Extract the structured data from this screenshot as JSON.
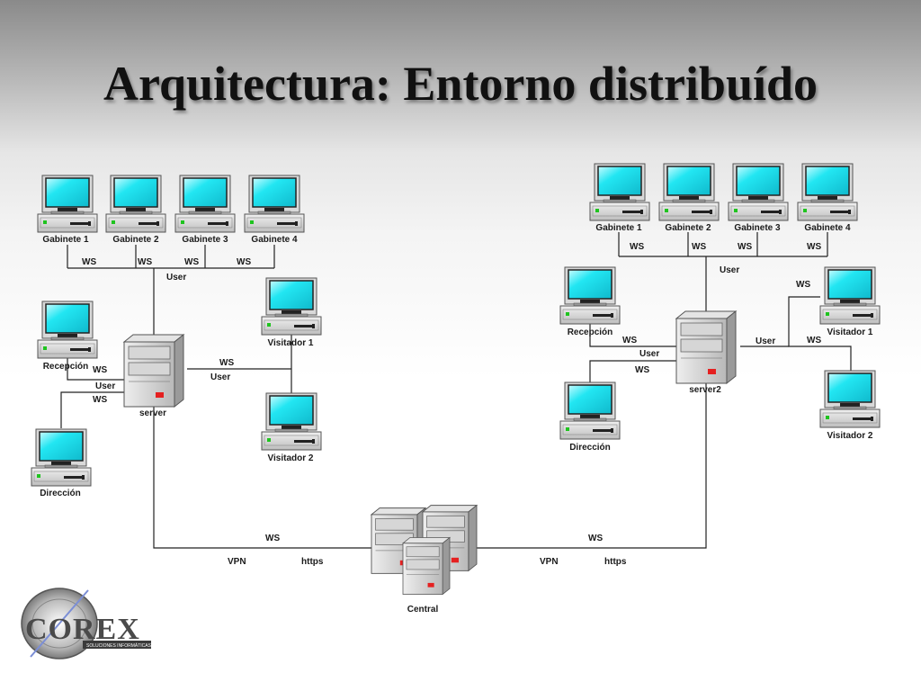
{
  "slide": {
    "title": "Arquitectura: Entorno distribuído"
  },
  "logo": {
    "name": "COREX",
    "tagline": "SOLUCIONES INFORMÁTICAS"
  },
  "link_labels": {
    "ws": "WS",
    "user": "User",
    "vpn": "VPN",
    "https": "https"
  },
  "left_site": {
    "server": "server",
    "gabinetes": [
      "Gabinete 1",
      "Gabinete 2",
      "Gabinete 3",
      "Gabinete 4"
    ],
    "recepcion": "Recepción",
    "direccion": "Dirección",
    "visitador1": "Visitador 1",
    "visitador2": "Visitador 2"
  },
  "right_site": {
    "server": "server2",
    "gabinetes": [
      "Gabinete 1",
      "Gabinete 2",
      "Gabinete 3",
      "Gabinete 4"
    ],
    "recepcion": "Recepción",
    "direccion": "Dirección",
    "visitador1": "Visitador 1",
    "visitador2": "Visitador 2"
  },
  "central": {
    "label": "Central"
  },
  "colors": {
    "screen": "#22e6f2",
    "case": "#d2d2d2",
    "led_red": "#e52020",
    "led_green": "#1fc41f"
  },
  "icons": {
    "workstation": "workstation-icon",
    "server": "server-tower-icon",
    "cluster": "server-cluster-icon",
    "logo": "corex-logo-icon"
  }
}
